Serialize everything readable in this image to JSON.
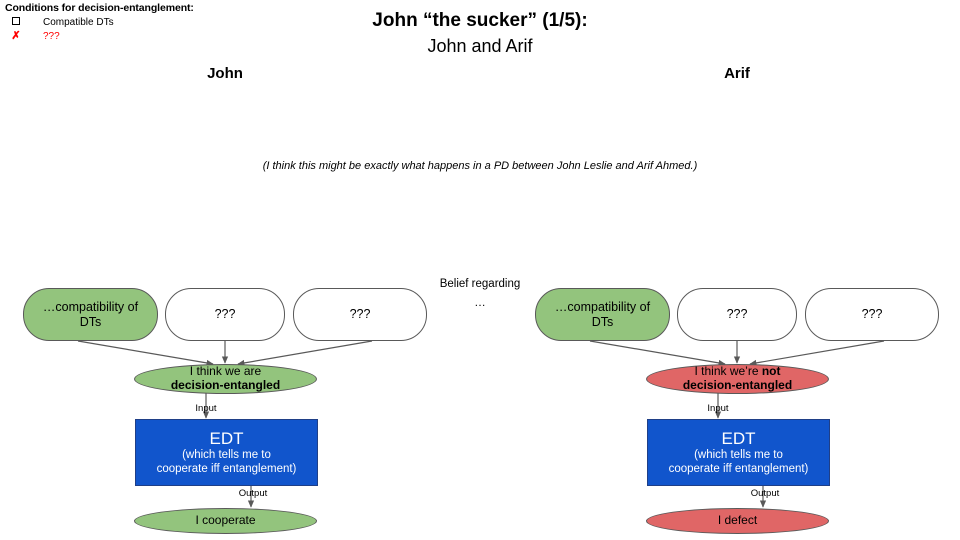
{
  "legend": {
    "title": "Conditions for decision-entanglement:",
    "items": [
      {
        "mark": "checkbox-empty",
        "label": "Compatible DTs",
        "color": "#000000"
      },
      {
        "mark": "✗",
        "label": "???",
        "color": "#ff0000"
      }
    ]
  },
  "header": {
    "title": "John “the sucker” (1/5):",
    "subtitle": "John and Arif",
    "note": "(I think this might be exactly what happens in a PD between John Leslie and Arif Ahmed.)"
  },
  "center_label": {
    "line1": "Belief regarding",
    "line2": "…"
  },
  "columns": [
    {
      "name": "john",
      "heading": "John",
      "inputs": [
        {
          "text_line1": "…compatibility of",
          "text_line2": "DTs",
          "fill": "#93c47d",
          "kind": "known"
        },
        {
          "text_line1": "???",
          "text_line2": "",
          "fill": "#ffffff",
          "kind": "unknown"
        },
        {
          "text_line1": "???",
          "text_line2": "",
          "fill": "#ffffff",
          "kind": "unknown"
        }
      ],
      "belief": {
        "line1": "I think we are",
        "line2": "decision-entangled",
        "fill": "#93c47d"
      },
      "input_label": "Input",
      "theory": {
        "name": "EDT",
        "desc_line1": "(which tells me to",
        "desc_line2": "cooperate iff entanglement)",
        "fill": "#1155cc"
      },
      "output_label": "Output",
      "outcome": {
        "text": "I cooperate",
        "fill": "#93c47d"
      }
    },
    {
      "name": "arif",
      "heading": "Arif",
      "inputs": [
        {
          "text_line1": "…compatibility of",
          "text_line2": "DTs",
          "fill": "#93c47d",
          "kind": "known"
        },
        {
          "text_line1": "???",
          "text_line2": "",
          "fill": "#ffffff",
          "kind": "unknown"
        },
        {
          "text_line1": "???",
          "text_line2": "",
          "fill": "#ffffff",
          "kind": "unknown"
        }
      ],
      "belief": {
        "line1": "I think we’re ",
        "line1_bold": "not",
        "line2": "decision-entangled",
        "fill": "#e06666"
      },
      "input_label": "Input",
      "theory": {
        "name": "EDT",
        "desc_line1": "(which tells me to",
        "desc_line2": "cooperate iff entanglement)",
        "fill": "#1155cc"
      },
      "output_label": "Output",
      "outcome": {
        "text": "I defect",
        "fill": "#e06666"
      }
    }
  ]
}
